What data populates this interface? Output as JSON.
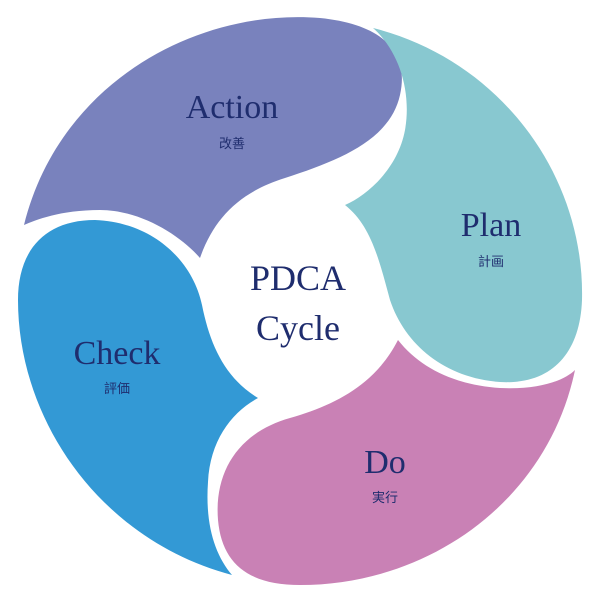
{
  "center": {
    "line1": "PDCA",
    "line2": "Cycle"
  },
  "segments": [
    {
      "id": "plan",
      "label": "Plan",
      "sub": "計画",
      "color": "#88c8d0"
    },
    {
      "id": "do",
      "label": "Do",
      "sub": "実行",
      "color": "#c981b5"
    },
    {
      "id": "check",
      "label": "Check",
      "sub": "評価",
      "color": "#3399d5"
    },
    {
      "id": "action",
      "label": "Action",
      "sub": "改善",
      "color": "#7982bd"
    }
  ]
}
